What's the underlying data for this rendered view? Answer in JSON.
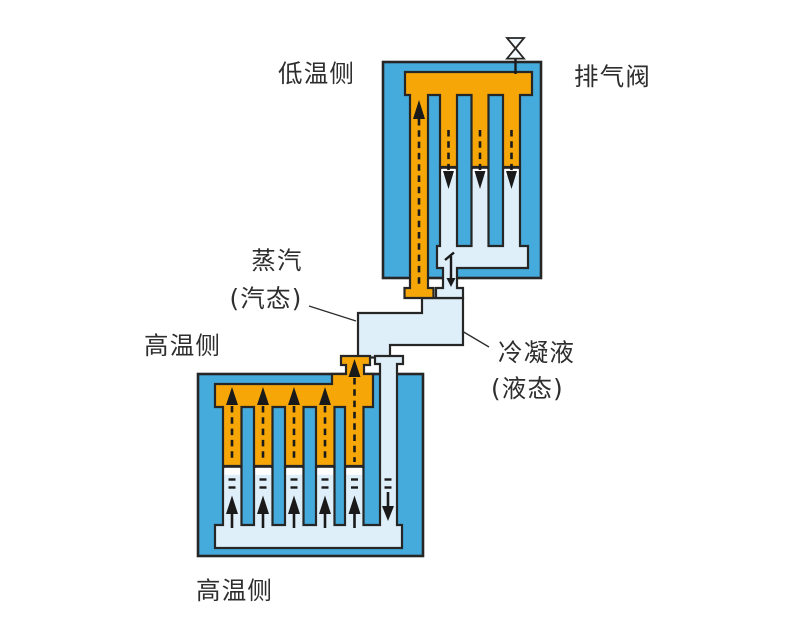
{
  "diagram": {
    "labels": {
      "low_temp_side": "低温侧",
      "exhaust_valve": "排气阀",
      "steam": "蒸汽",
      "steam_state": "(汽态)",
      "high_temp_side_left": "高温侧",
      "condensate": "冷凝液",
      "condensate_state": "(液态)",
      "high_temp_side_bottom": "高温侧"
    },
    "icons": {
      "exhaust_valve_icon": "bowtie-valve",
      "flow_up_icon": "dashed-up-arrow",
      "flow_down_icon": "dashed-down-arrow"
    },
    "colors": {
      "shell_blue": "#45AADC",
      "vapor_orange": "#F7A608",
      "liquid_pale_blue": "#DFEFFA",
      "outline": "#262626",
      "arrow_black": "#1A1A1A",
      "label_text": "#2E2E2E",
      "background": "#FFFFFF"
    }
  }
}
